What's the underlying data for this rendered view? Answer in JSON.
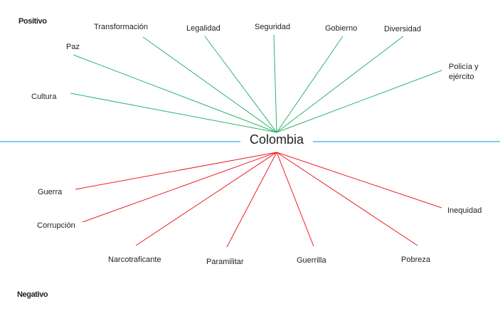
{
  "center_label": "Colombia",
  "positive_heading": "Positivo",
  "negative_heading": "Negativo",
  "colors": {
    "positive": "#2db46a",
    "negative": "#ee1c25",
    "axis": "#3aaee0"
  },
  "positive_terms": [
    "Cultura",
    "Paz",
    "Transformación",
    "Legalidad",
    "Seguridad",
    "Gobierno",
    "Diversidad",
    "Policía y ejército"
  ],
  "negative_terms": [
    "Guerra",
    "Corrupción",
    "Narcotraficante",
    "Paramilitar",
    "Guerrilla",
    "Pobreza",
    "Inequidad"
  ]
}
